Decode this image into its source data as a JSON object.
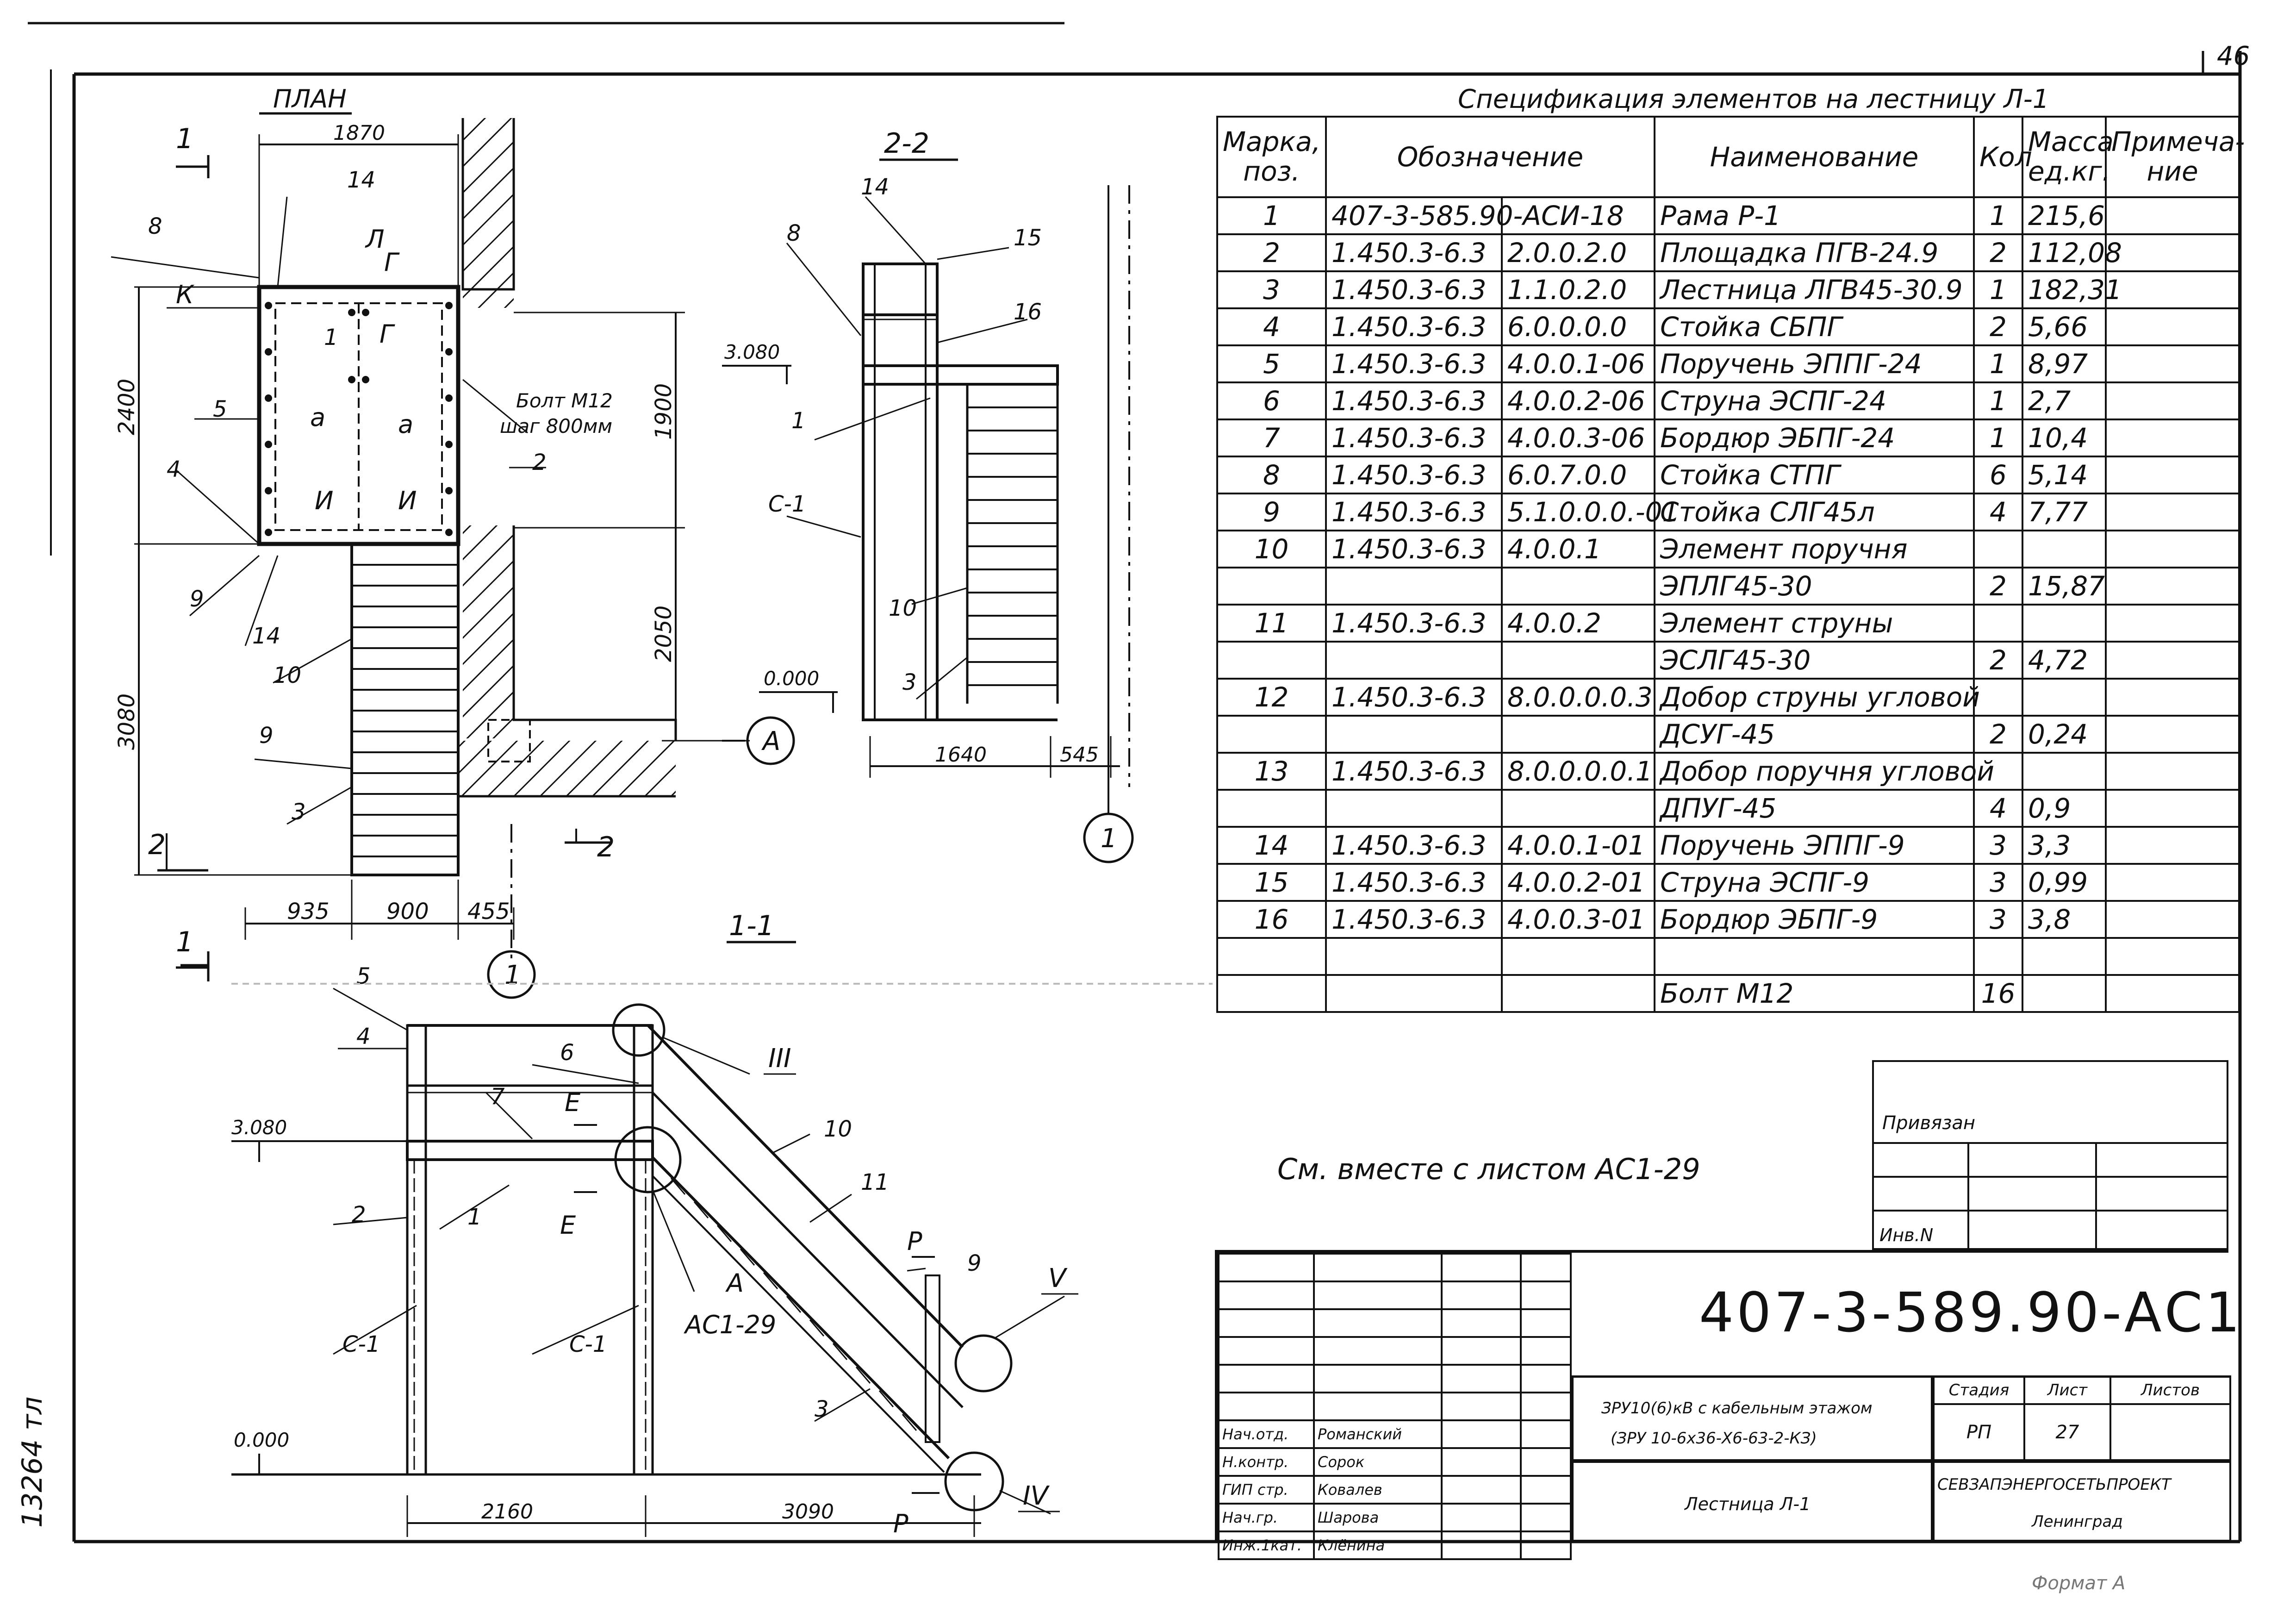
{
  "sheet": {
    "page_number": "46",
    "inventory_number": "13264 тл",
    "note": "См. вместе с листом АС1-29",
    "watermark_hint": "Формат А"
  },
  "plan": {
    "title": "ПЛАН",
    "dims": {
      "top": "1870",
      "left_upper": "2400",
      "left_lower": "3080",
      "right_upper": "1900",
      "right_lower": "2050",
      "bottom_a": "935",
      "bottom_b": "900",
      "bottom_c": "455"
    },
    "bolt_label_1": "Болт М12",
    "bolt_label_2": "шаг 800мм",
    "labels": {
      "p14": "14",
      "p8": "8",
      "pK": "К",
      "pL": "Л",
      "pG": "Г",
      "pG2": "Г",
      "p1": "1",
      "p5": "5",
      "pa": "а",
      "pa2": "а",
      "p2": "2",
      "p4": "4",
      "pI": "И",
      "pI2": "И",
      "p9": "9",
      "p14b": "14",
      "p10": "10",
      "p9b": "9",
      "p3": "3",
      "cut1": "1",
      "cut2": "2",
      "cut2b": "2",
      "axis1": "1",
      "axisA": "А"
    }
  },
  "section22": {
    "title": "2-2",
    "level_top": "3.080",
    "level_bottom": "0.000",
    "dims": {
      "a": "1640",
      "b": "545"
    },
    "labels": {
      "p14": "14",
      "p8": "8",
      "p15": "15",
      "p16": "16",
      "p1": "1",
      "pC1": "С-1",
      "p10": "10",
      "p3": "3",
      "axis1": "1"
    }
  },
  "section11": {
    "title": "1-1",
    "level_top": "3.080",
    "level_bottom": "0.000",
    "dims": {
      "a": "2160",
      "b": "3090"
    },
    "labels": {
      "p5": "5",
      "p4": "4",
      "p6": "6",
      "p7": "7",
      "pE": "Е",
      "pE2": "Е",
      "p2": "2",
      "p1": "1",
      "pC1": "С-1",
      "pC1b": "С-1",
      "pA": "А",
      "pAC": "АС1-29",
      "pIII": "III",
      "p10": "10",
      "p11": "11",
      "pP": "Р",
      "pP2": "Р",
      "p9": "9",
      "pV": "V",
      "pIV": "IV",
      "p3": "3",
      "cut1": "1"
    }
  },
  "spec": {
    "title": "Спецификация элементов на лестницу Л-1",
    "headers": [
      "Марка, поз.",
      "Обозначение",
      "Наименование",
      "Кол",
      "Масса ед.кг.",
      "Примеча-ние"
    ],
    "rows": [
      [
        "1",
        "407-3-585.90-АСИ-18",
        "",
        "Рама Р-1",
        "1",
        "215,6"
      ],
      [
        "2",
        "1.450.3-6.3",
        "2.0.0.2.0",
        "Площадка ПГВ-24.9",
        "2",
        "112,08"
      ],
      [
        "3",
        "1.450.3-6.3",
        "1.1.0.2.0",
        "Лестница ЛГВ45-30.9",
        "1",
        "182,31"
      ],
      [
        "4",
        "1.450.3-6.3",
        "6.0.0.0.0",
        "Стойка СБПГ",
        "2",
        "5,66"
      ],
      [
        "5",
        "1.450.3-6.3",
        "4.0.0.1-06",
        "Поручень ЭППГ-24",
        "1",
        "8,97"
      ],
      [
        "6",
        "1.450.3-6.3",
        "4.0.0.2-06",
        "Струна ЭСПГ-24",
        "1",
        "2,7"
      ],
      [
        "7",
        "1.450.3-6.3",
        "4.0.0.3-06",
        "Бордюр ЭБПГ-24",
        "1",
        "10,4"
      ],
      [
        "8",
        "1.450.3-6.3",
        "6.0.7.0.0",
        "Стойка СТПГ",
        "6",
        "5,14"
      ],
      [
        "9",
        "1.450.3-6.3",
        "5.1.0.0.0.-01",
        "Стойка СЛГ45л",
        "4",
        "7,77"
      ],
      [
        "10",
        "1.450.3-6.3",
        "4.0.0.1",
        "Элемент поручня",
        "",
        ""
      ],
      [
        "",
        "",
        "",
        "ЭПЛГ45-30",
        "2",
        "15,87"
      ],
      [
        "11",
        "1.450.3-6.3",
        "4.0.0.2",
        "Элемент струны",
        "",
        ""
      ],
      [
        "",
        "",
        "",
        "ЭСЛГ45-30",
        "2",
        "4,72"
      ],
      [
        "12",
        "1.450.3-6.3",
        "8.0.0.0.0.3",
        "Добор струны угловой",
        "",
        ""
      ],
      [
        "",
        "",
        "",
        "ДСУГ-45",
        "2",
        "0,24"
      ],
      [
        "13",
        "1.450.3-6.3",
        "8.0.0.0.0.1",
        "Добор поручня угловой",
        "",
        ""
      ],
      [
        "",
        "",
        "",
        "ДПУГ-45",
        "4",
        "0,9"
      ],
      [
        "14",
        "1.450.3-6.3",
        "4.0.0.1-01",
        "Поручень ЭППГ-9",
        "3",
        "3,3"
      ],
      [
        "15",
        "1.450.3-6.3",
        "4.0.0.2-01",
        "Струна ЭСПГ-9",
        "3",
        "0,99"
      ],
      [
        "16",
        "1.450.3-6.3",
        "4.0.0.3-01",
        "Бордюр ЭБПГ-9",
        "3",
        "3,8"
      ],
      [
        "",
        "",
        "",
        "",
        "",
        ""
      ],
      [
        "",
        "",
        "",
        "Болт М12",
        "16",
        ""
      ]
    ]
  },
  "binding": {
    "label": "Привязан",
    "inv": "Инв.N"
  },
  "stamp": {
    "code": "407-3-589.90-АС1",
    "project_line1": "ЗРУ10(6)кВ с кабельным этажом",
    "project_line2": "(ЗРУ 10-6х36-Х6-63-2-КЗ)",
    "drawing_name": "Лестница Л-1",
    "stage_h": "Стадия",
    "sheet_h": "Лист",
    "sheets_h": "Листов",
    "stage": "РП",
    "sheet": "27",
    "sheets": "",
    "org": "СЕВЗАПЭНЕРГОСЕТЬПРОЕКТ",
    "city": "Ленинград",
    "people": [
      [
        "Нач.отд.",
        "Романский"
      ],
      [
        "Н.контр.",
        "Сорок"
      ],
      [
        "ГИП стр.",
        "Ковалев"
      ],
      [
        "Нач.гр.",
        "Шарова"
      ],
      [
        "Инж.1кат.",
        "Клёнина"
      ]
    ]
  }
}
